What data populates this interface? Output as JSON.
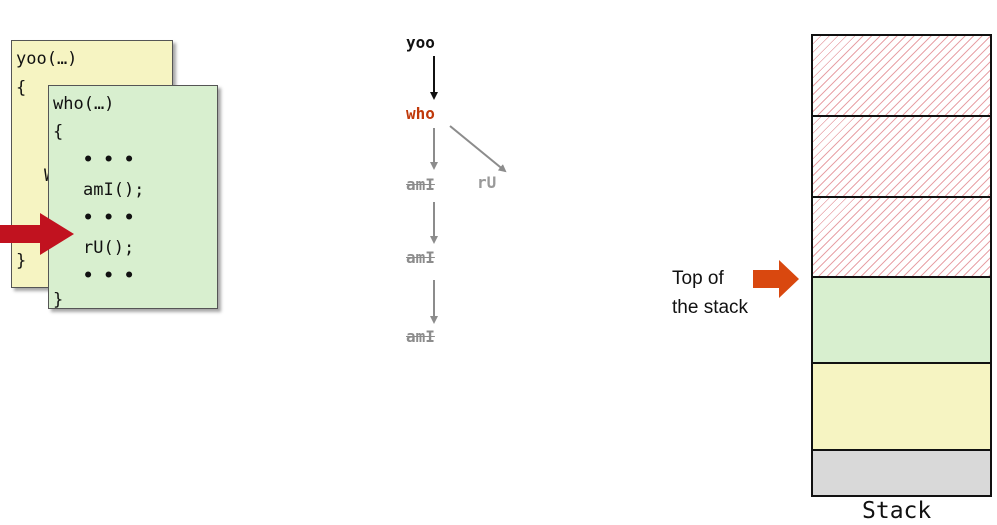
{
  "code_cards": {
    "yoo": {
      "header": "yoo(…)",
      "open_brace": "{",
      "peek_char": "W",
      "close_brace": "}"
    },
    "who": {
      "header": "who(…)",
      "open_brace": "{",
      "dots1": "• • •",
      "call_ami": "amI();",
      "dots2": "• • •",
      "call_ru": "rU();",
      "dots3": "• • •",
      "close_brace": "}"
    }
  },
  "call_tree": {
    "root": "yoo",
    "active": "who",
    "children": [
      "amI",
      "rU"
    ],
    "chain": [
      "amI",
      "amI"
    ]
  },
  "stack": {
    "frames": [
      {
        "kind": "finished",
        "color": "#e8a3a8"
      },
      {
        "kind": "finished",
        "color": "#e8a3a8"
      },
      {
        "kind": "finished",
        "color": "#e8a3a8"
      },
      {
        "kind": "who",
        "color": "#d8efcf"
      },
      {
        "kind": "yoo",
        "color": "#f6f4c2"
      },
      {
        "kind": "base",
        "color": "#d9d9d9"
      }
    ],
    "pointer_label_line1": "Top of",
    "pointer_label_line2": "the stack",
    "caption": "Stack"
  },
  "colors": {
    "active_red": "#c0390a",
    "inactive_gray": "#8c8c8c",
    "arrow_red": "#c1121f",
    "arrow_orange": "#d9480f"
  }
}
